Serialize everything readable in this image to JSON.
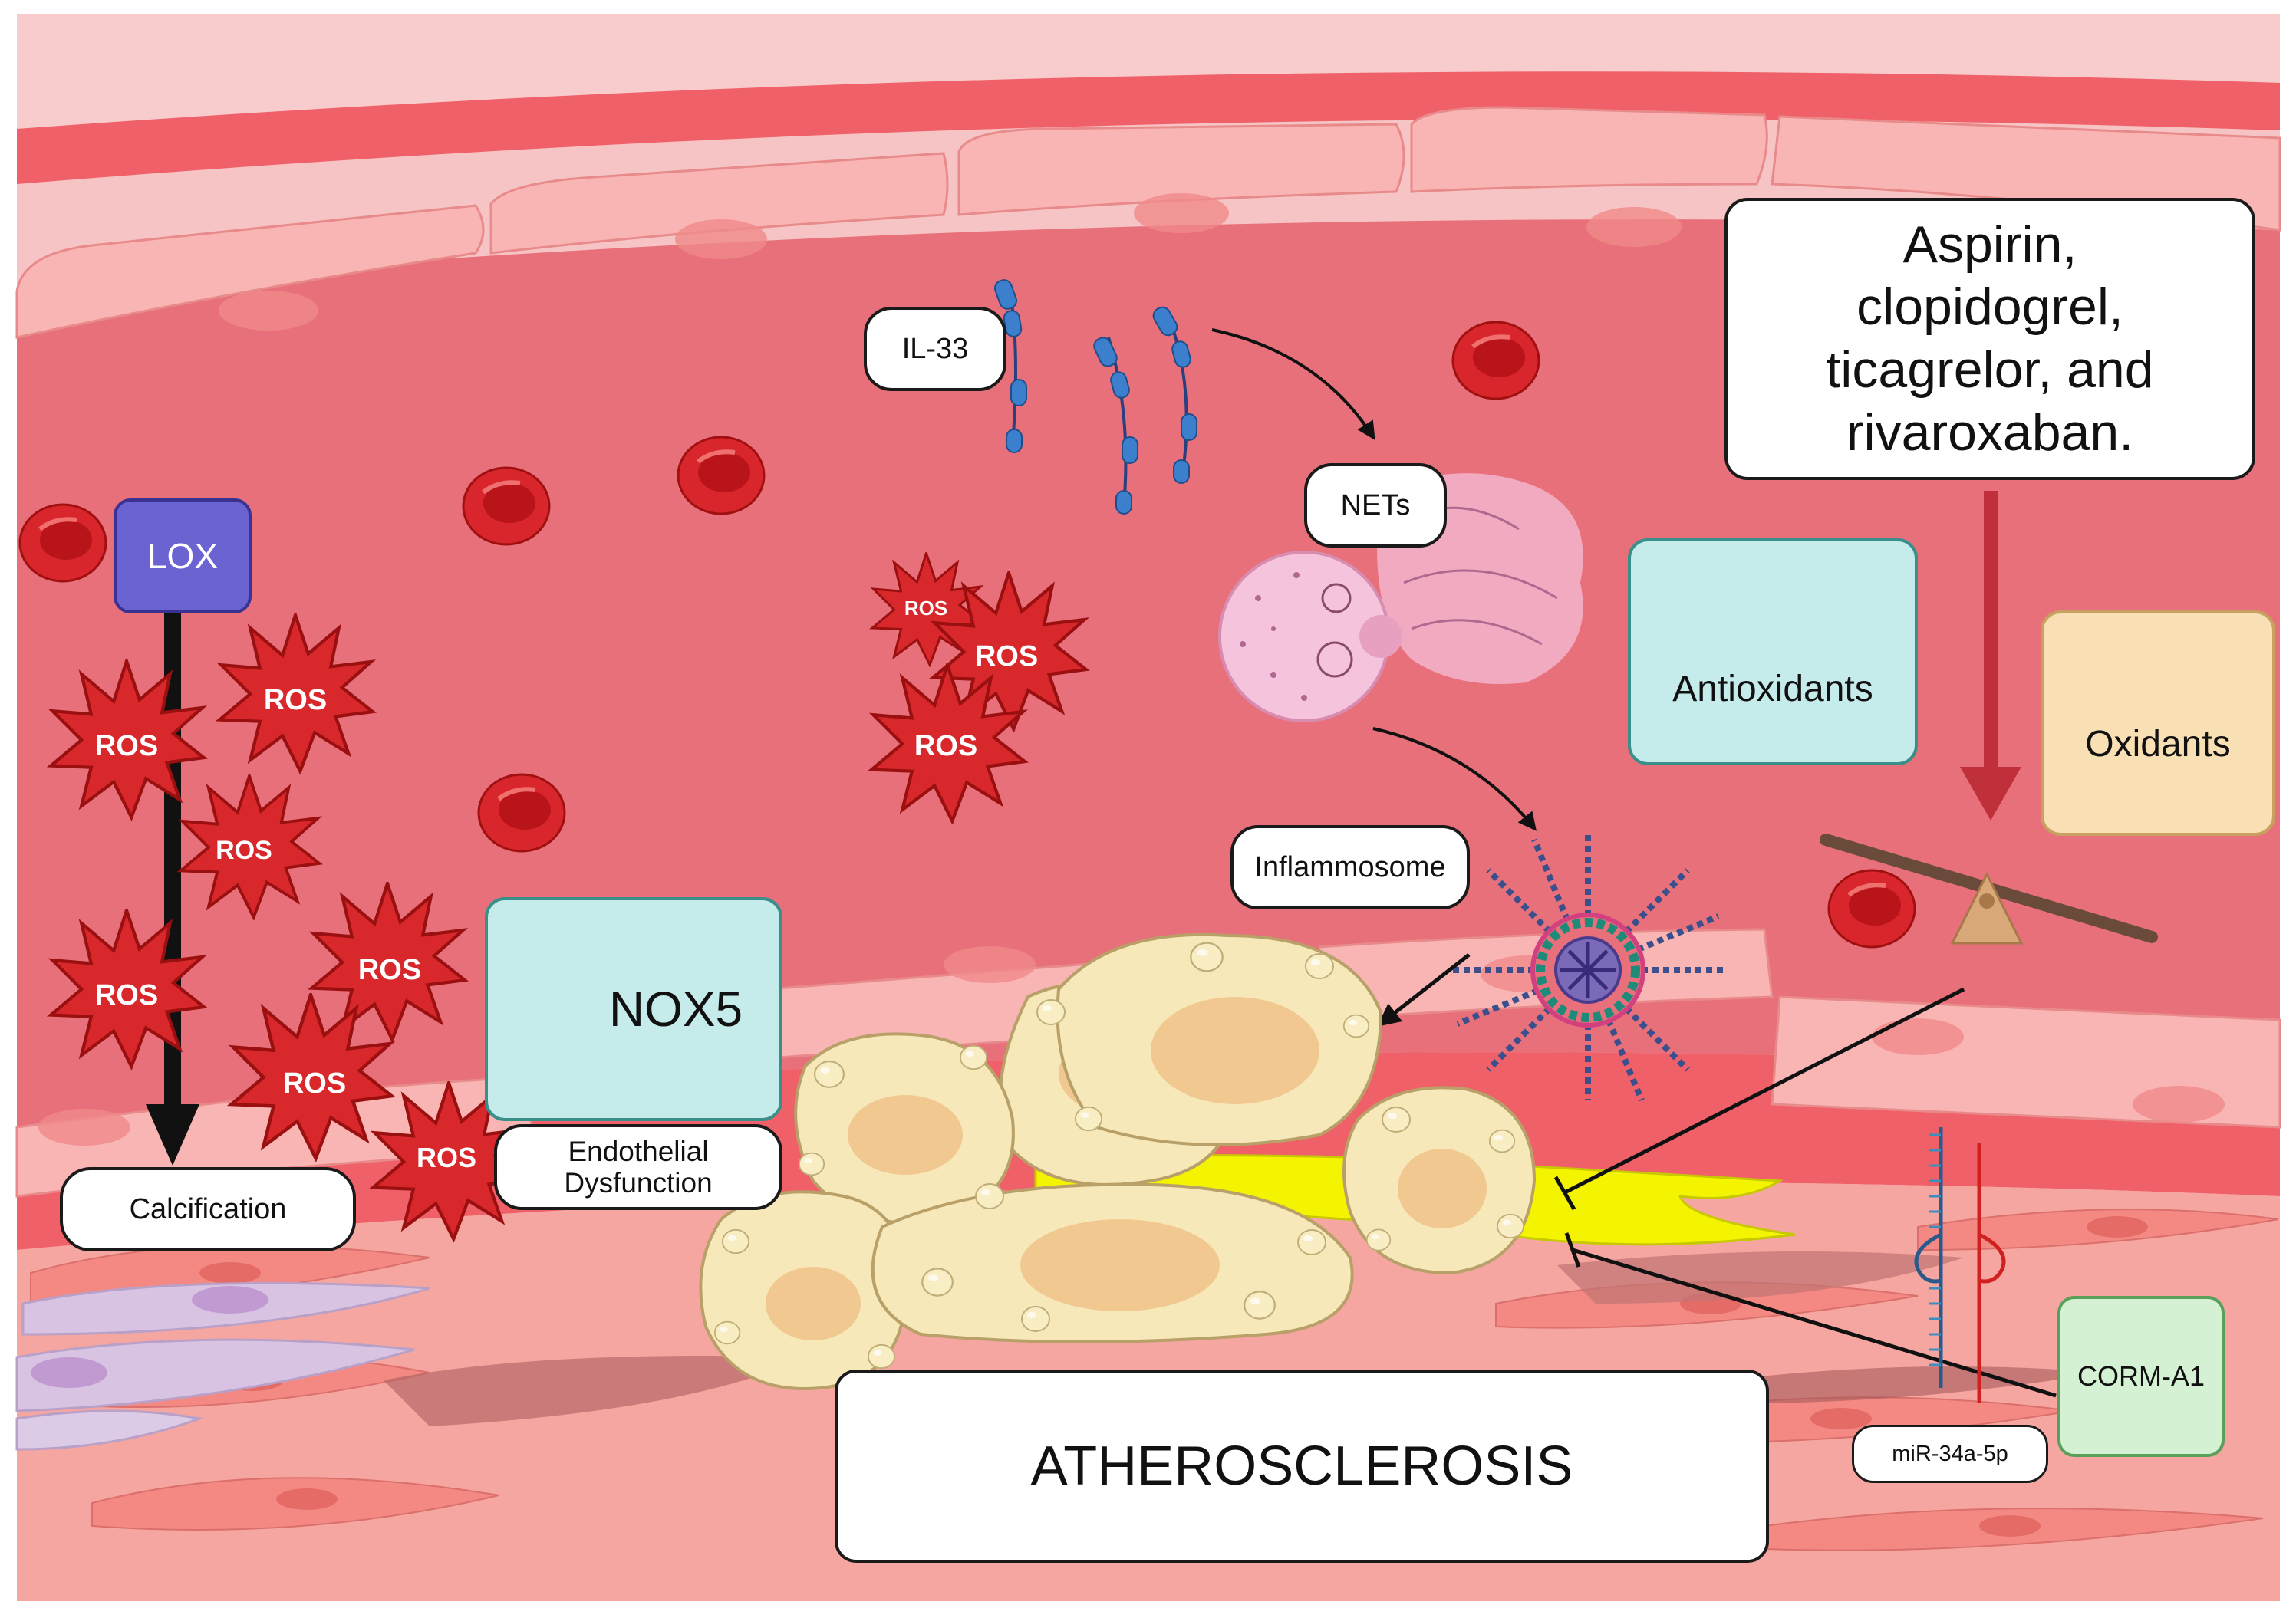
{
  "labels": {
    "lox": "LOX",
    "calcification": "Calcification",
    "nox5": "NOX5",
    "endothelial_line1": "Endothelial",
    "endothelial_line2": "Dysfunction",
    "il33": "IL-33",
    "nets": "NETs",
    "inflammosome": "Inflammosome",
    "antioxidants": "Antioxidants",
    "oxidants": "Oxidants",
    "drugs_line1": "Aspirin,",
    "drugs_line2": "clopidogrel,",
    "drugs_line3": "ticagrelor, and",
    "drugs_line4": "rivaroxaban.",
    "atherosclerosis": "ATHEROSCLEROSIS",
    "mir": "miR-34a-5p",
    "corm": "CORM-A1",
    "ros": "ROS"
  },
  "colors": {
    "vessel_wall": "#f06068",
    "lumen": "#e8707a",
    "endothelium": "#f9b4b4",
    "lox_box": "#6b63d1",
    "teal_box": "#c5ebea",
    "teal_border": "#3a8f8a",
    "oxidant_box": "#f8dfb4",
    "oxidant_border": "#c8a060",
    "corm_box": "#d4f1d4",
    "ros_star": "#d8282c",
    "ros_edge": "#9a1010",
    "foam_cell": "#f7e8b9",
    "foam_nucleus": "#f0c890",
    "drug_arrow": "#c0303a",
    "yellow_lipid": "#f4f400"
  }
}
